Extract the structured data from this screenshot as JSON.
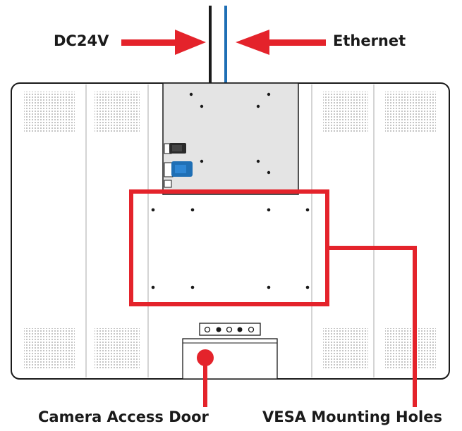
{
  "callouts": {
    "dc_power": "DC24V",
    "ethernet": "Ethernet",
    "camera_door": "Camera Access Door",
    "vesa_holes": "VESA Mounting Holes"
  },
  "colors": {
    "callout_red": "#e4232b",
    "ethernet_cable": "#1f6fb5",
    "power_cable": "#1a1a1a",
    "bezel_outline": "#1a1a1a",
    "io_panel_fill": "#e4e4e4",
    "vent_dots": "#9a9a9a"
  },
  "icons": {
    "power_connector": "dc-power-plug-icon",
    "ethernet_connector": "rj45-plug-icon",
    "control_buttons": "round-button-icon"
  }
}
